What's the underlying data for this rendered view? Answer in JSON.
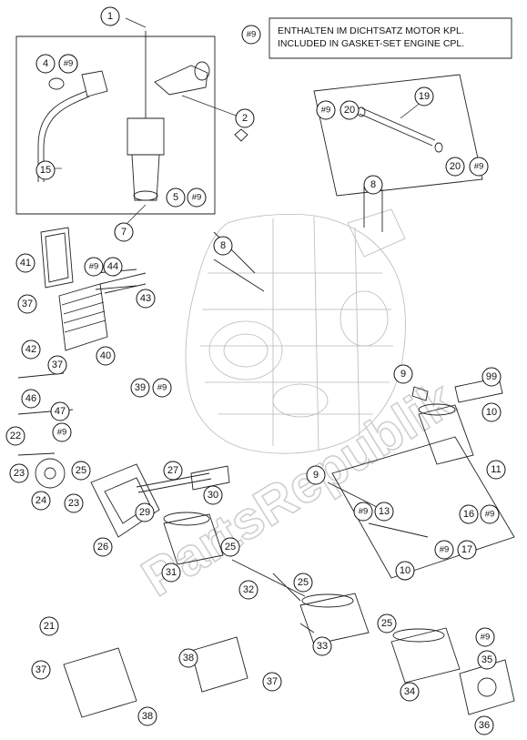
{
  "note": {
    "ref": "#9",
    "line1": "ENTHALTEN IM DICHTSATZ MOTOR KPL.",
    "line2": "INCLUDED IN GASKET-SET ENGINE CPL."
  },
  "watermark": "PartsRepublik",
  "callouts": [
    "1",
    "2",
    "#9",
    "4",
    "#9",
    "15",
    "5",
    "#9",
    "7",
    "19",
    "#9",
    "20",
    "20",
    "#9",
    "8",
    "8",
    "41",
    "#9",
    "44",
    "37",
    "43",
    "42",
    "40",
    "37",
    "46",
    "47",
    "39",
    "#9",
    "22",
    "#9",
    "23",
    "25",
    "27",
    "24",
    "23",
    "29",
    "30",
    "26",
    "31",
    "25",
    "9",
    "99",
    "10",
    "11",
    "9",
    "#9",
    "13",
    "16",
    "#9",
    "#9",
    "17",
    "10",
    "32",
    "25",
    "33",
    "25",
    "#9",
    "35",
    "34",
    "36",
    "21",
    "37",
    "38",
    "37",
    "38"
  ]
}
